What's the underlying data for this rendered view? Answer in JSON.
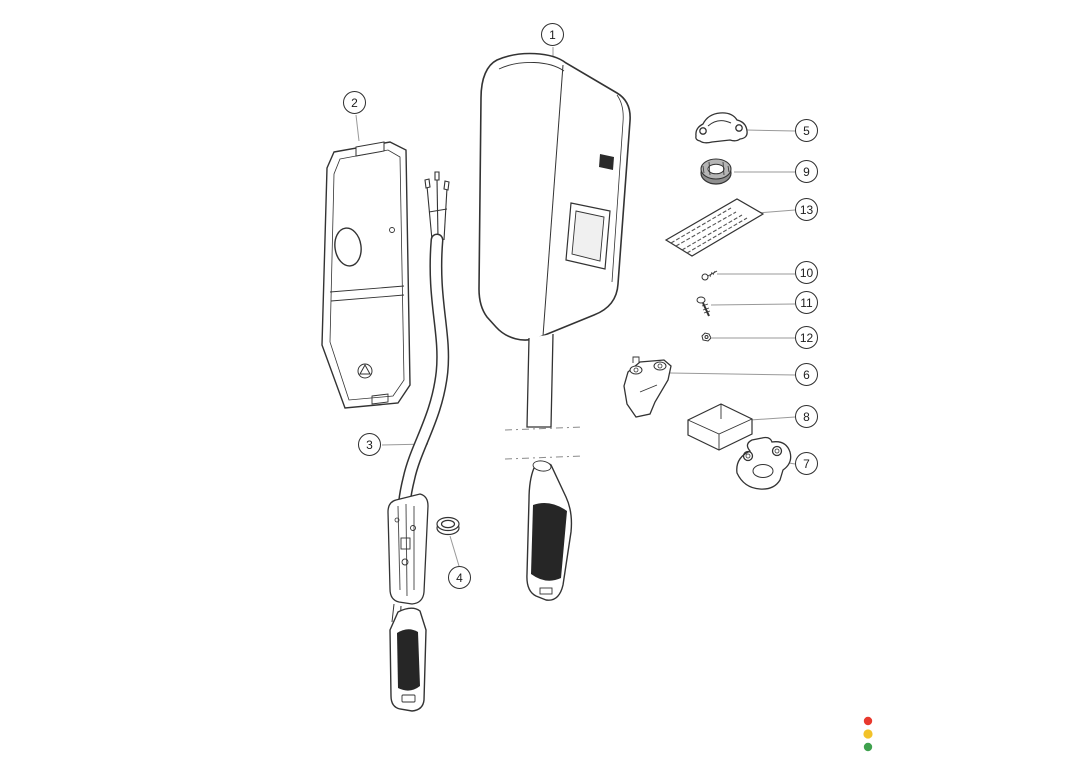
{
  "diagram": {
    "type": "exploded-parts-diagram",
    "callouts": [
      "1",
      "2",
      "3",
      "4",
      "5",
      "6",
      "7",
      "8",
      "9",
      "10",
      "11",
      "12",
      "13"
    ],
    "status_dots": [
      {
        "name": "red-dot",
        "color": "#e8392e"
      },
      {
        "name": "yellow-dot",
        "color": "#f2c229"
      },
      {
        "name": "green-dot",
        "color": "#3fa14e"
      }
    ],
    "line_color": "#333333",
    "leader_color": "#999999"
  }
}
